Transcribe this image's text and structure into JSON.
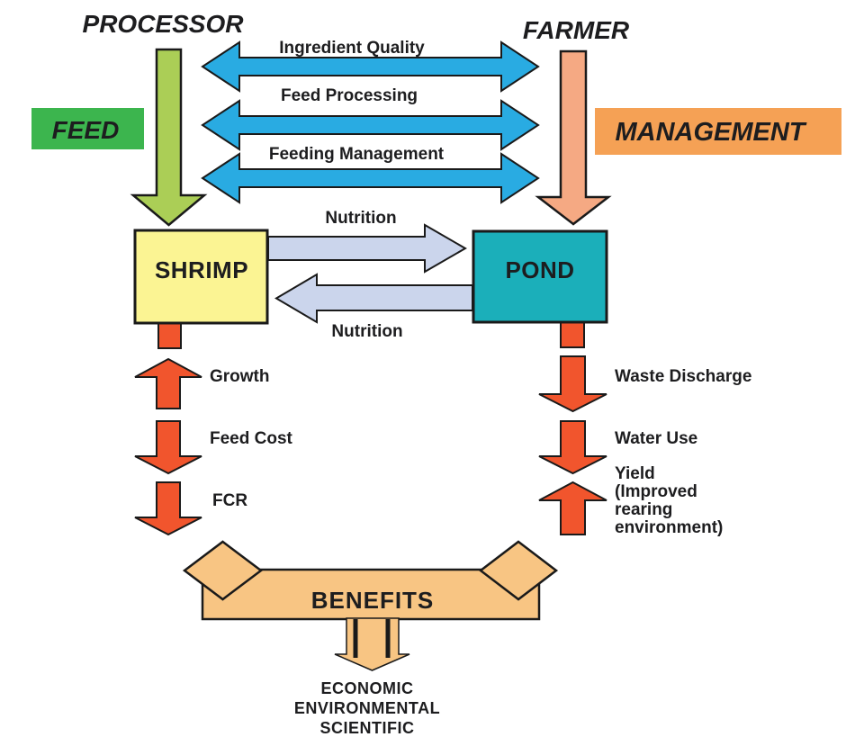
{
  "titles": {
    "left": "PROCESSOR",
    "right": "FARMER"
  },
  "side_boxes": {
    "feed": "FEED",
    "management": "MANAGEMENT"
  },
  "exchange_arrows": [
    "Ingredient Quality",
    "Feed Processing",
    "Feeding Management"
  ],
  "nodes": {
    "shrimp": "SHRIMP",
    "pond": "POND"
  },
  "nutrition": {
    "top": "Nutrition",
    "bottom": "Nutrition"
  },
  "shrimp_outcomes": [
    {
      "label": "Growth",
      "direction": "up"
    },
    {
      "label": "Feed Cost",
      "direction": "down"
    },
    {
      "label": "FCR",
      "direction": "down"
    }
  ],
  "pond_outcomes": [
    {
      "label": "Waste Discharge",
      "direction": "down"
    },
    {
      "label": "Water Use",
      "direction": "down"
    },
    {
      "label": "Yield (Improved rearing environment)",
      "direction": "up",
      "lines": [
        "Yield",
        "(Improved",
        "rearing",
        "environment)"
      ]
    }
  ],
  "benefits": "BENEFITS",
  "results": [
    "ECONOMIC",
    "ENVIRONMENTAL",
    "SCIENTIFIC"
  ],
  "colors": {
    "blue": "#29abe2",
    "green_box": "#3cb54e",
    "green_arrow": "#abce56",
    "salmon": "#f5a983",
    "orange_box": "#f5a155",
    "yellow": "#fbf493",
    "teal": "#1bafba",
    "lavender": "#cbd5ec",
    "red": "#f1552d",
    "tan": "#f8c583",
    "outline": "#1a1a1a"
  }
}
